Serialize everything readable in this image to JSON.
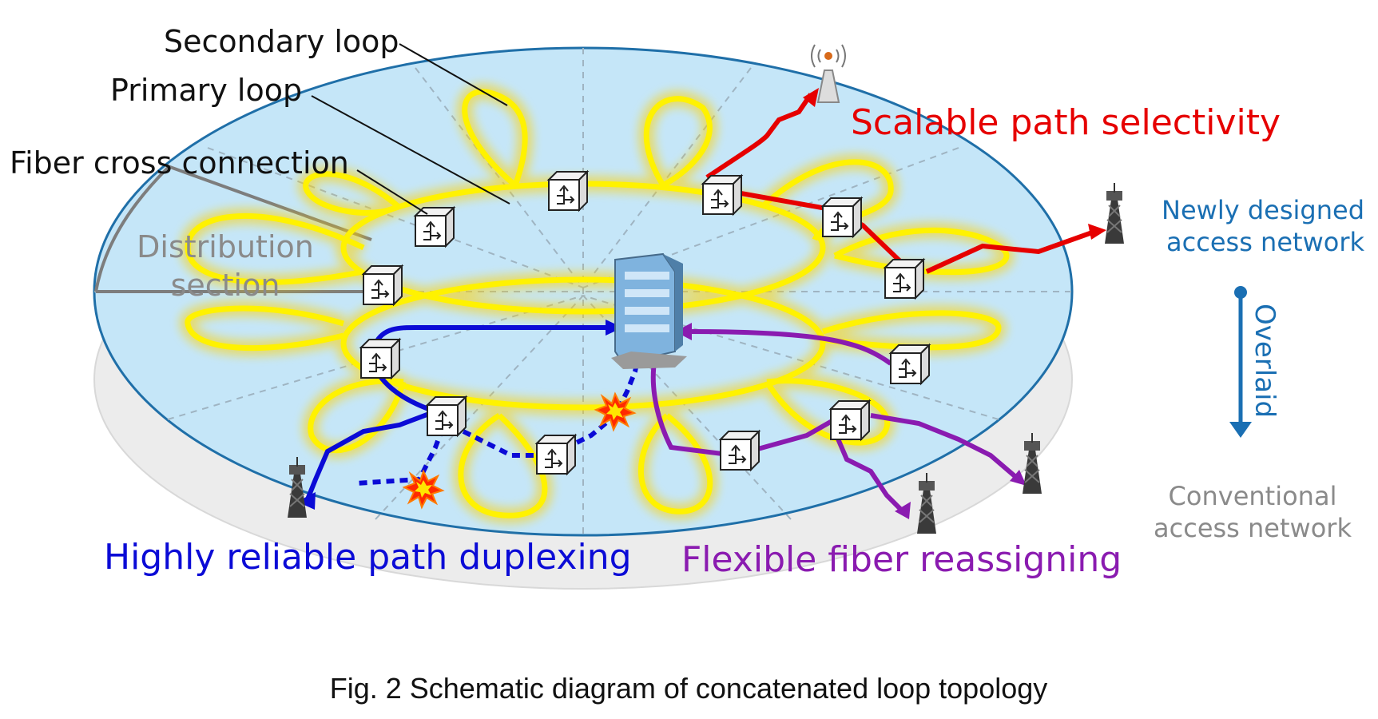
{
  "labels": {
    "secondary_loop": "Secondary loop",
    "primary_loop": "Primary loop",
    "fiber_cross_connection": "Fiber cross connection",
    "distribution_section_line1": "Distribution",
    "distribution_section_line2": "section",
    "scalable_path_selectivity": "Scalable path selectivity",
    "newly_designed_line1": "Newly designed",
    "newly_designed_line2": "access network",
    "overlaid": "Overlaid",
    "conventional_line1": "Conventional",
    "conventional_line2": "access network",
    "highly_reliable": "Highly reliable path duplexing",
    "flexible_fiber": "Flexible fiber reassigning"
  },
  "caption": "Fig. 2 Schematic diagram of concatenated loop topology",
  "colors": {
    "disk_fill": "#c5e6f8",
    "disk_border": "#1f6fa8",
    "shadow_disk": "#ececec",
    "loop": "#fff200",
    "loop_glow": "#ffd200",
    "scalable": "#e60000",
    "reliable": "#0b0bd6",
    "flexible": "#8a1bb0",
    "newly_designed": "#1a6fb3",
    "conventional": "#8a8a8a",
    "distribution": "#8a8a8a"
  },
  "icons": {
    "central_office": "office-building-icon",
    "cross_connect": "fiber-cross-connect-box-icon",
    "tower": "radio-tower-icon",
    "antenna": "antenna-icon",
    "fault": "fault-burst-icon"
  }
}
